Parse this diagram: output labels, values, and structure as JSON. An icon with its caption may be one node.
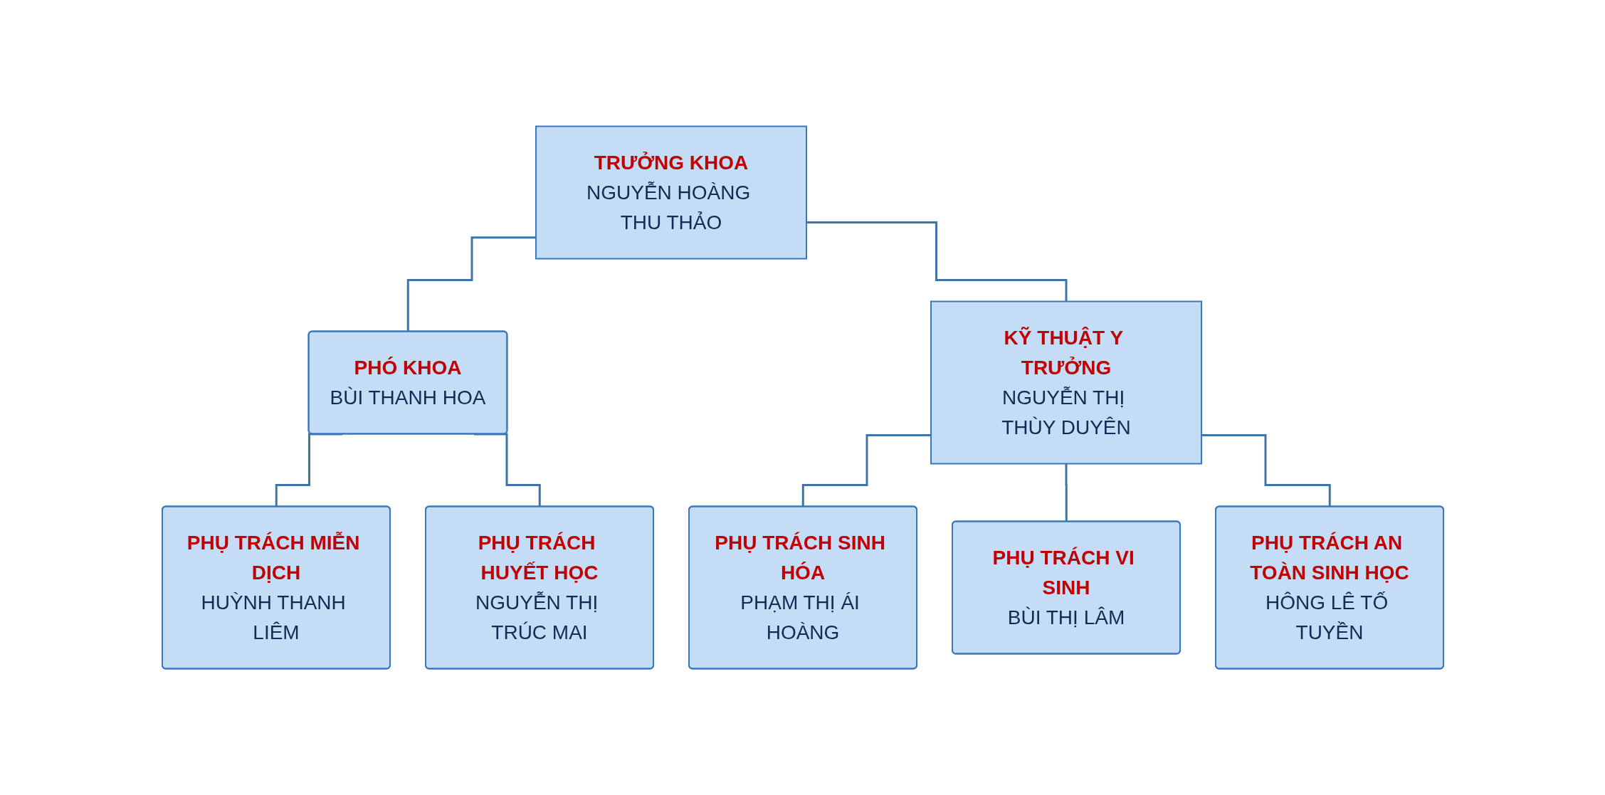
{
  "diagram": {
    "nodes": [
      {
        "text": [
          "TRƯỞNG KHOA",
          "NGUYỄN HOÀNG THU THẢO"
        ]
      },
      {
        "text": [
          "PHÓ KHOA",
          "BÙI THANH HOA"
        ]
      },
      {
        "text": [
          "KỸ THUẬT Y TRƯỞNG",
          "NGUYỄN THỊ THÙY DUYÊN"
        ]
      },
      {
        "text": [
          "PHỤ TRÁCH MIỄN DỊCH",
          "HUỲNH THANH LIÊM"
        ]
      },
      {
        "text": [
          "PHỤ TRÁCH HUYẾT HỌC",
          "NGUYỄN THỊ TRÚC MAI"
        ]
      },
      {
        "text": [
          "PHỤ TRÁCH SINH HÓA",
          "PHẠM THỊ ÁI HOÀNG"
        ]
      },
      {
        "text": [
          "PHỤ TRÁCH VI SINH",
          "BÙI THỊ LÂM"
        ]
      },
      {
        "text": [
          "PHỤ TRÁCH AN TOÀN SINH HỌC",
          "HÔNG LÊ TỐ TUYỀN"
        ]
      }
    ],
    "edges": [
      {
        "from": 0,
        "to": 1,
        "arrow": "none"
      },
      {
        "from": 0,
        "to": 2,
        "arrow": "none"
      },
      {
        "from": 1,
        "to": 3,
        "arrow": "none"
      },
      {
        "from": 1,
        "to": 4,
        "arrow": "none"
      },
      {
        "from": 2,
        "to": 5,
        "arrow": "none"
      },
      {
        "from": 2,
        "to": 6,
        "arrow": "none"
      },
      {
        "from": 2,
        "to": 7,
        "arrow": "none"
      }
    ]
  }
}
